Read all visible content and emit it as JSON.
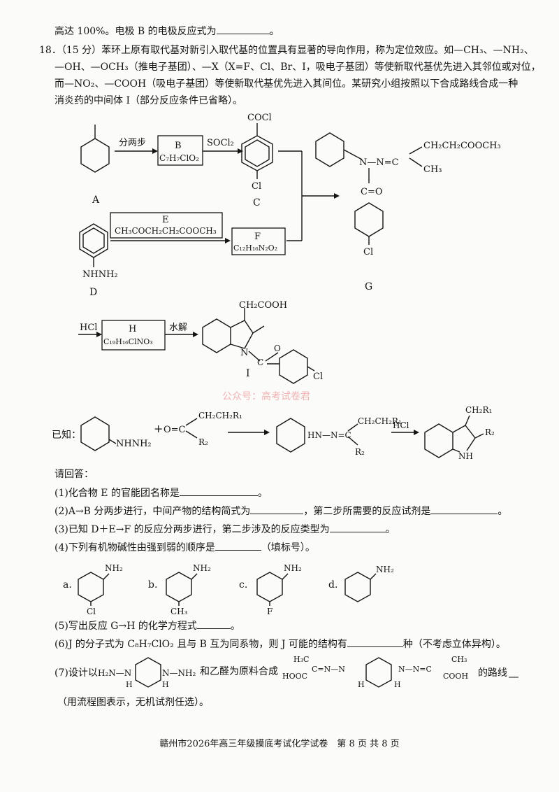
{
  "top_line": {
    "text": "高达 100%。电极 B 的电极反应式为",
    "tail": "。"
  },
  "q18": {
    "number": "18．",
    "score": "（15 分）",
    "intro_1": "苯环上原有取代基对新引入取代基的位置具有显著的导向作用，称为定位效应。如—CH₃、—NH₂、",
    "intro_2": "—OH、—OCH₃（推电子基团）、—X（X=F、Cl、Br、I，吸电子基团）等使新取代基优先进入其邻位或对位，",
    "intro_3": "而—NO₂、—COOH（吸电子基团）等使新取代基优先进入其间位。某研究小组按照以下合成路线合成一种",
    "intro_4": "消炎药的中间体 I（部分反应条件已省略）。"
  },
  "scheme": {
    "step_AB": "分两步",
    "B_label": "B",
    "B_formula": "C₇H₇ClO₂",
    "reagent_SOCl2": "SOCl₂",
    "C_group": "COCl",
    "C_cl": "Cl",
    "A_label": "A",
    "C_label": "C",
    "G_chain": "CH₂CH₂COOCH₃",
    "G_nn": "N—N=C",
    "G_ch3": "CH₃",
    "G_co": "C=O",
    "G_cl": "Cl",
    "G_label": "G",
    "E_label": "E",
    "E_formula": "CH₃COCH₂CH₂COOCH₃",
    "F_label": "F",
    "F_formula": "C₁₂H₁₆N₂O₂",
    "D_group": "NHNH₂",
    "D_label": "D",
    "reagent_HCl": "HCl",
    "H_label": "H",
    "H_formula": "C₁₉H₁₆ClNO₃",
    "reagent_hydrolysis": "水解",
    "I_chain": "CH₂COOH",
    "I_n": "N",
    "I_co": "C",
    "I_o": "O",
    "I_cl": "Cl",
    "I_label": "I"
  },
  "watermark": "公众号：高考试卷君",
  "known": {
    "prefix": "已知：",
    "reactant_group": "NHNH₂",
    "plus": "+",
    "ketone_o": "O=C",
    "ketone_chain": "CH₂CH₂R₁",
    "ketone_r2": "R₂",
    "hydrazone": "HN—N=C",
    "hydrazone_chain": "CH₂CH₂R₁",
    "hydrazone_r2": "R₂",
    "reagent": "HCl",
    "product_chain": "CH₂R₁",
    "product_r2": "R₂",
    "product_nh": "NH"
  },
  "questions": {
    "answer_prompt": "请回答：",
    "q1": {
      "text": "(1)化合物 E 的官能团名称是",
      "tail": "。"
    },
    "q2": {
      "a": "(2)A→B 分两步进行，中间产物的结构简式为",
      "b": "，第二步所需要的反应试剂是",
      "tail": "。"
    },
    "q3": {
      "text": "(3)已知 D＋E→F 的反应分两步进行，第二步涉及的反应类型为",
      "tail": "。"
    },
    "q4": {
      "text": "(4)下列有机物碱性由强到弱的顺序是",
      "tail": "（填标号）。"
    },
    "q4_options": [
      {
        "label": "a.",
        "top": "NH₂",
        "sub": "Cl"
      },
      {
        "label": "b.",
        "top": "NH₂",
        "sub": "CH₃"
      },
      {
        "label": "c.",
        "top": "NH₂",
        "sub": "F"
      },
      {
        "label": "d.",
        "top": "NH₂",
        "sub": ""
      }
    ],
    "q5": {
      "text": "(5)写出反应 G→H 的化学方程式",
      "tail": "。"
    },
    "q6": {
      "a": "(6)J 的分子式为 C₈H₇ClO₂ 且与 B 互为同系物，则 J 可能的结构有",
      "b": "种（不考虑立体异构）。"
    },
    "q7": {
      "a": "(7)设计以",
      "start_left": "H₂N—N",
      "start_right": "N—NH₂",
      "h": "H",
      "b": "和乙醛为原料合成",
      "target_left": "HOOC",
      "target_left_top": "H₃C",
      "target_nn": "C=N—N",
      "target_right_nn": "N—N=C",
      "target_right_top": "CH₃",
      "target_right": "COOH",
      "c": "的路线",
      "d": "（用流程图表示，无机试剂任选）。"
    }
  },
  "footer": "赣州市2026年高三年级摸底考试化学试卷　第 8 页 共 8 页"
}
